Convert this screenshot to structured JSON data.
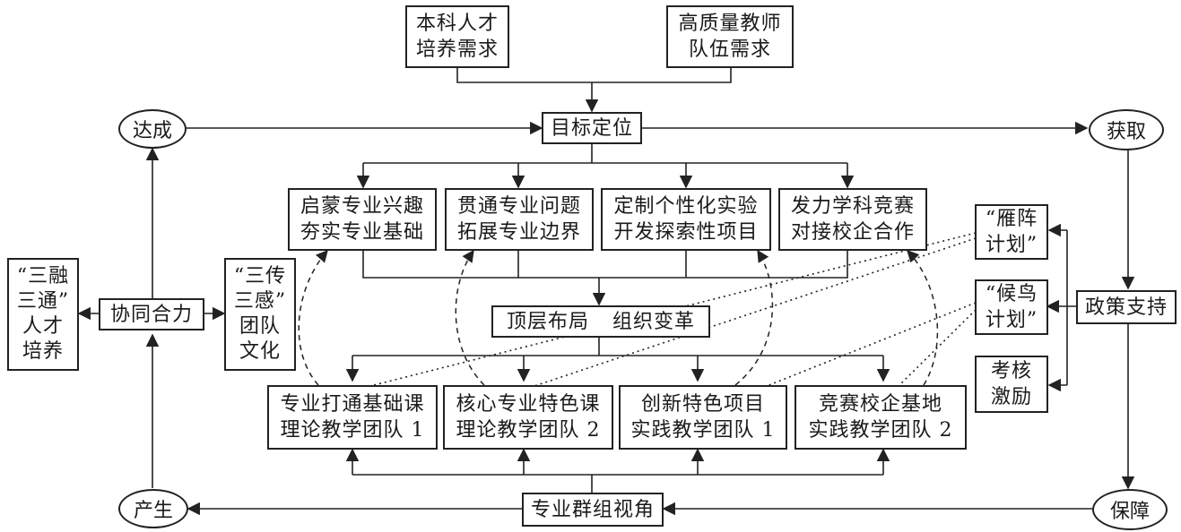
{
  "nodes": {
    "undergrad_demand": [
      "本科人才",
      "培养需求"
    ],
    "teacher_demand": [
      "高质量教师",
      "队伍需求"
    ],
    "goal": "目标定位",
    "achieve": "达成",
    "obtain": "获取",
    "produce": "产生",
    "guarantee": "保障",
    "policy": "政策支持",
    "enlighten": [
      "启蒙专业兴趣",
      "夯实专业基础"
    ],
    "connect": [
      "贯通专业问题",
      "拓展专业边界"
    ],
    "customize": [
      "定制个性化实验",
      "开发探索性项目"
    ],
    "compete": [
      "发力学科竞赛",
      "对接校企合作"
    ],
    "top_layout": "顶层布局",
    "org_reform": "组织变革",
    "collab": "协同合力",
    "sanrong": [
      "“三融",
      "三通”",
      "人才",
      "培养"
    ],
    "sanchuan": [
      "“三传",
      "三感”",
      "团队",
      "文化"
    ],
    "yanzhen": [
      "“雁阵",
      "计划”"
    ],
    "houniao": [
      "“候鸟",
      "计划”"
    ],
    "kaohe": [
      "考核",
      "激励"
    ],
    "team1": [
      "专业打通基础课",
      "理论教学团队 1"
    ],
    "team2": [
      "核心专业特色课",
      "理论教学团队 2"
    ],
    "team3": [
      "创新特色项目",
      "实践教学团队 1"
    ],
    "team4": [
      "竞赛校企基地",
      "实践教学团队 2"
    ],
    "group_view": "专业群组视角"
  }
}
